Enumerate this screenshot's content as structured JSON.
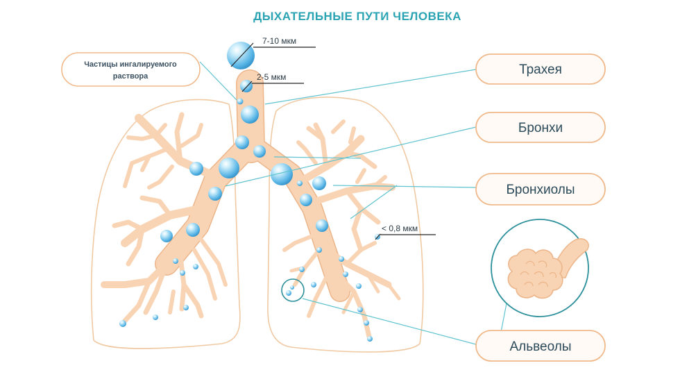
{
  "title": "ДЫХАТЕЛЬНЫЕ ПУТИ ЧЕЛОВЕКА",
  "particles_note": {
    "line1": "Частицы ингалируемого",
    "line2": "раствора"
  },
  "sizes": {
    "large": "7-10 мкм",
    "medium": "2-5 мкм",
    "small": "< 0,8 мкм"
  },
  "labels": {
    "trachea": "Трахея",
    "bronchi": "Бронхи",
    "bronchioles": "Бронхиолы",
    "alveoli": "Альвеолы"
  },
  "colors": {
    "accent": "#2aa3b3",
    "pill_border": "#f0b98c",
    "pill_fill": "#fffaf5",
    "airway_fill": "#f9d4b4",
    "airway_edge": "#ecb58a",
    "particle": "#5ab6e6",
    "leader_line": "#5fc3cf"
  }
}
